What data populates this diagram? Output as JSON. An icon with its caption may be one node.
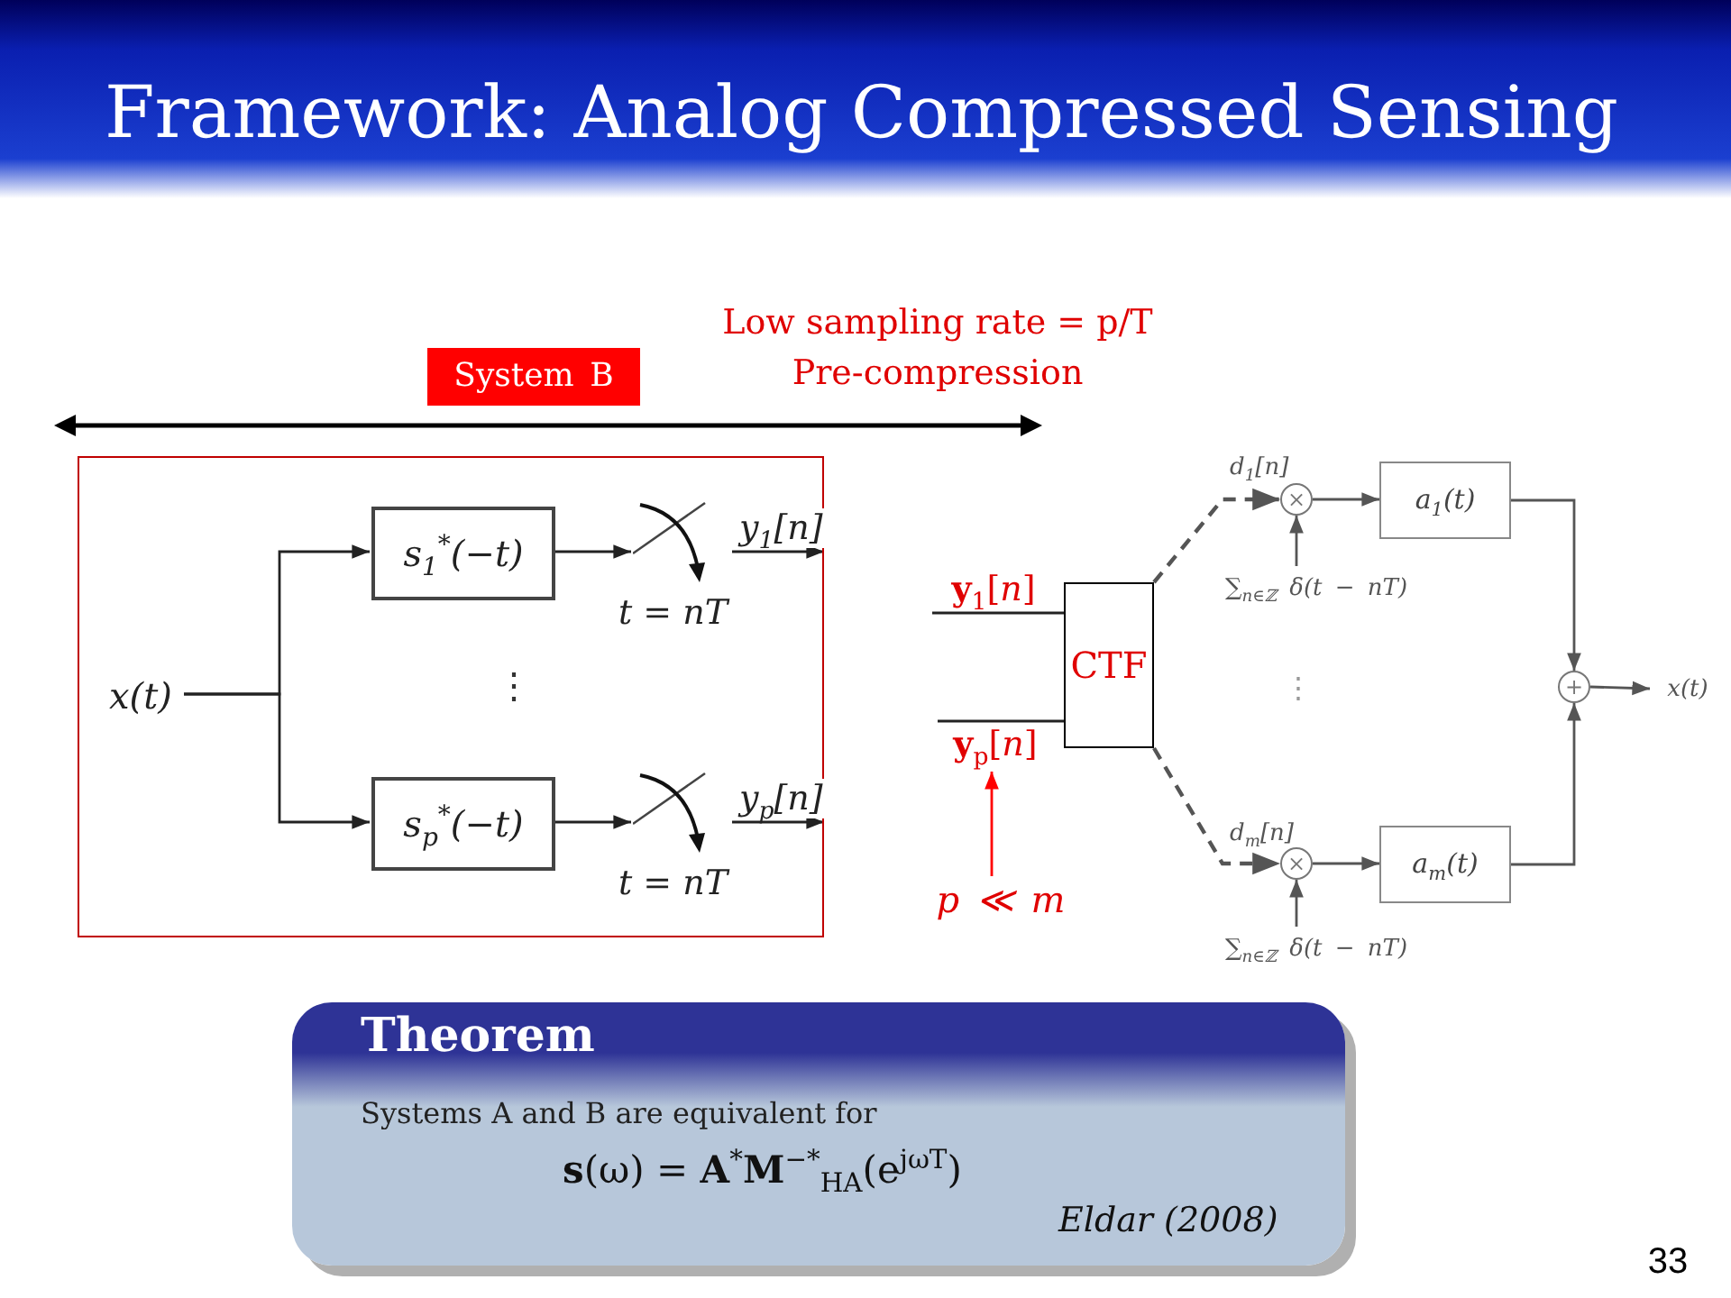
{
  "diagram": {
    "title": "Framework: Analog Compressed Sensing",
    "nodes": [
      {
        "text": [
          "System B"
        ]
      },
      {
        "text": [],
        "shape": "box"
      },
      {
        "text": [
          "x(t)"
        ],
        "in": 1
      },
      {
        "text": [
          "s$_{1}$$^{*}$(−t)"
        ],
        "in": 1
      },
      {
        "text": [
          "s$_{p}$$^{*}$(−t)"
        ],
        "in": 1
      },
      {
        "text": [],
        "shape": "switch",
        "in": 1,
        "beside": [
          "t = nT"
        ]
      },
      {
        "text": [],
        "shape": "switch",
        "in": 1,
        "beside": [
          "t = nT"
        ]
      },
      {
        "text": [
          "**y**$_{1}$[*n*]"
        ]
      },
      {
        "text": [
          "CTF"
        ]
      },
      {
        "text": [
          "**y**$_{p}$[*n*]"
        ]
      },
      {
        "text": [
          "p ≪ m"
        ]
      },
      {
        "text": [
          "×"
        ]
      },
      {
        "text": [
          "∑$_{n∈ℤ}$ δ(t − nT)"
        ]
      },
      {
        "text": [
          "a$_{1}$(t)"
        ]
      },
      {
        "text": [
          "×"
        ]
      },
      {
        "text": [
          "∑$_{n∈ℤ}$ δ(t − nT)"
        ]
      },
      {
        "text": [
          "a$_{m}$(t)"
        ]
      },
      {
        "text": [
          "+"
        ]
      },
      {
        "text": [
          "x(t)"
        ]
      },
      {
        "text": [
          "Theorem",
          "Systems A and B are equivalent for",
          "**s**(ω) = **A**$^{*}$**M**$^{−*}$$_{HA}$(e$^{jωT}$)",
          "Eldar (2008)"
        ]
      }
    ],
    "edges": [
      {
        "from": 2,
        "to": 3,
        "arrow": "to"
      },
      {
        "from": 2,
        "to": 4,
        "arrow": "to"
      },
      {
        "from": 3,
        "to": 5,
        "arrow": "to"
      },
      {
        "from": 4,
        "to": 6,
        "arrow": "to"
      },
      {
        "from": 5,
        "to": null,
        "arrow": "to",
        "label": "y$_{1}$[n]"
      },
      {
        "from": 6,
        "to": null,
        "arrow": "to",
        "label": "y$_{p}$[n]"
      },
      {
        "from": 7,
        "to": 8,
        "arrow": "none"
      },
      {
        "from": 9,
        "to": 8,
        "arrow": "none"
      },
      {
        "from": 10,
        "to": 9,
        "arrow": "to",
        "color": "#ff0000"
      },
      {
        "from": 8,
        "to": 11,
        "arrow": "to",
        "style": "dashed",
        "label": "d$_{1}$[n]"
      },
      {
        "from": 8,
        "to": 14,
        "arrow": "to",
        "style": "dashed",
        "label": "d$_{m}$[n]"
      },
      {
        "from": 12,
        "to": 11,
        "arrow": "to"
      },
      {
        "from": 15,
        "to": 14,
        "arrow": "to"
      },
      {
        "from": 11,
        "to": 13,
        "arrow": "to"
      },
      {
        "from": 14,
        "to": 16,
        "arrow": "to"
      },
      {
        "from": 13,
        "to": 17,
        "arrow": "to"
      },
      {
        "from": 16,
        "to": 17,
        "arrow": "to"
      },
      {
        "from": 17,
        "to": 18,
        "arrow": "to"
      }
    ],
    "labels": [
      "Low sampling rate = p/T",
      "Pre-compression",
      "⋮",
      "⋮",
      "33"
    ]
  }
}
